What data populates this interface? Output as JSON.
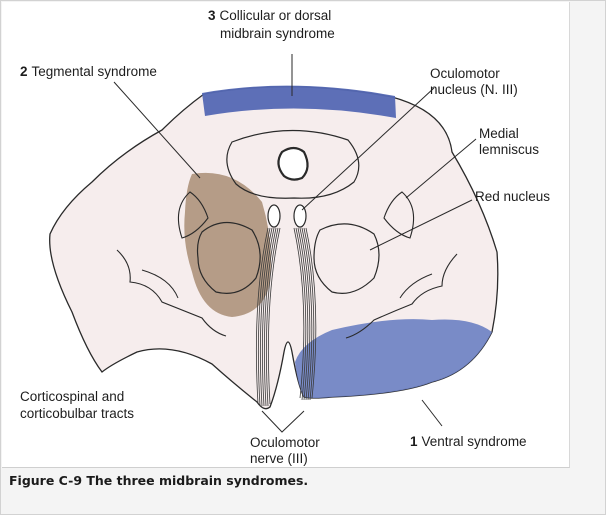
{
  "figure": {
    "caption": "Figure C-9 The three midbrain syndromes.",
    "labels": {
      "collicular": {
        "number": "3",
        "line1": "Collicular or dorsal",
        "line2": "midbrain syndrome"
      },
      "tegmental": {
        "number": "2",
        "text": "Tegmental syndrome"
      },
      "oculomotor_nucleus": {
        "line1": "Oculomotor",
        "line2": "nucleus (N. III)"
      },
      "medial_lemniscus": {
        "line1": "Medial",
        "line2": "lemniscus"
      },
      "red_nucleus": {
        "text": "Red nucleus"
      },
      "corticospinal": {
        "line1": "Corticospinal and",
        "line2": "corticobulbar tracts"
      },
      "oculomotor_nerve": {
        "line1": "Oculomotor",
        "line2": "nerve (III)"
      },
      "ventral": {
        "number": "1",
        "text": "Ventral syndrome"
      }
    },
    "colors": {
      "tissue": "#f6eded",
      "outline": "#2a2a2a",
      "dorsal_syndrome": "#5468b4",
      "ventral_syndrome": "#6c7fc2",
      "tegmental_syndrome": "#9f8064"
    }
  }
}
